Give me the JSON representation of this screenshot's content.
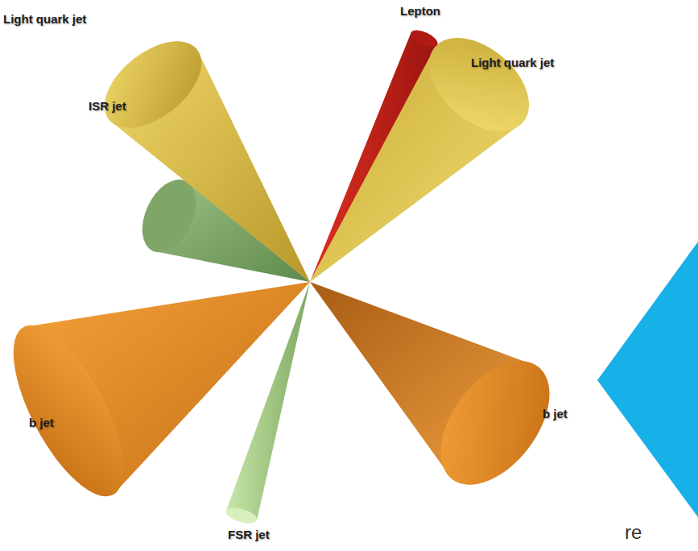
{
  "diagram": {
    "labels": [
      "Light quark jet",
      "Lepton",
      "Light quark jet",
      "ISR jet",
      "b jet",
      "b jet",
      "FSR jet",
      "re"
    ]
  }
}
